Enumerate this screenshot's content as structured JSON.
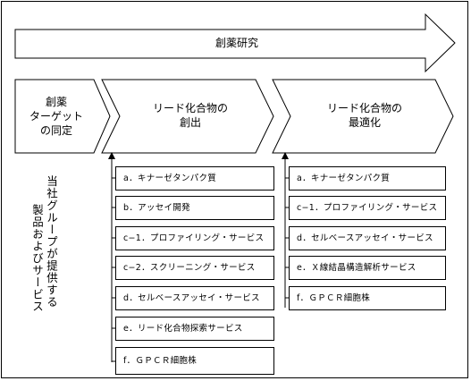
{
  "top_arrow": {
    "label": "創薬研究"
  },
  "stages": [
    {
      "line1": "創薬",
      "line2": "ターゲット",
      "line3": "の同定"
    },
    {
      "line1": "リード化合物の",
      "line2": "創出"
    },
    {
      "line1": "リード化合物の",
      "line2": "最適化"
    }
  ],
  "side_label": {
    "col1": "当社グループが提供する",
    "col2": "製品およびサービス"
  },
  "creation_items": [
    "a．キナーゼタンパク質",
    "b．アッセイ開発",
    "c−1．プロファイリング・サービス",
    "c−2．スクリーニング・サービス",
    "d．セルベースアッセイ・サービス",
    "e．リード化合物探索サービス",
    "f．ＧＰＣＲ細胞株"
  ],
  "optimization_items": [
    "a．キナーゼタンパク質",
    "c−1．プロファイリング・サービス",
    "d．セルベースアッセイ・サービス",
    "e．Ｘ線結晶構造解析サービス",
    "f．ＧＰＣＲ細胞株"
  ]
}
